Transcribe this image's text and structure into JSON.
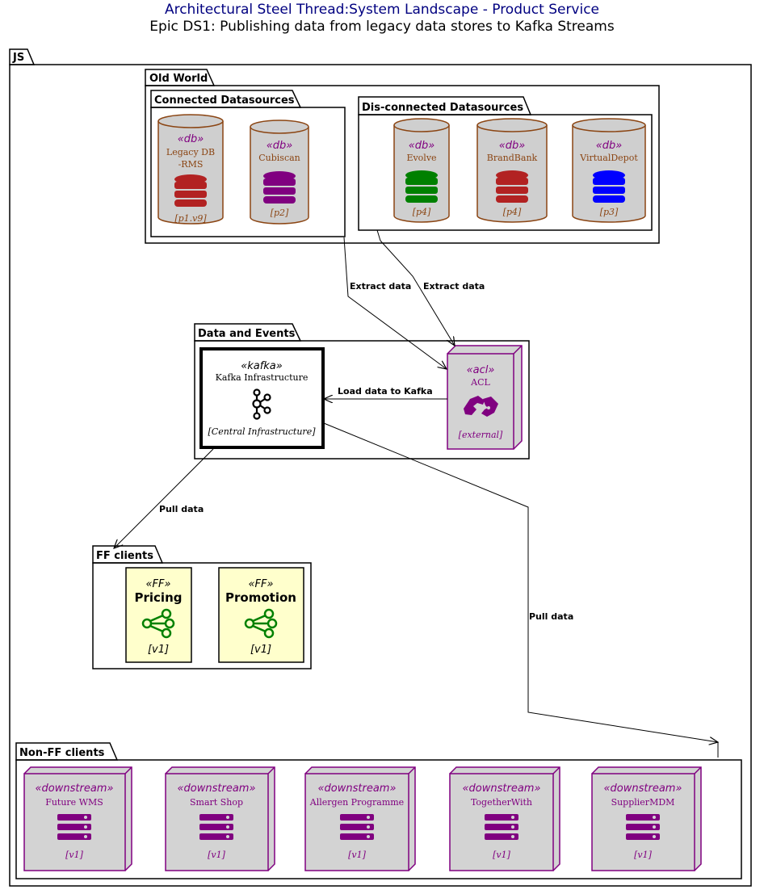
{
  "header": {
    "title": "Architectural Steel Thread:System Landscape - Product Service",
    "subtitle": "Epic DS1: Publishing data from legacy data stores to Kafka Streams"
  },
  "packages": {
    "js": "JS",
    "old_world": "Old World",
    "connected": "Connected Datasources",
    "disconnected": "Dis-connected Datasources",
    "data_events": "Data and Events",
    "ff_clients": "FF clients",
    "non_ff_clients": "Non-FF clients"
  },
  "colors": {
    "db_fill": "#cfcfcf",
    "db_stroke": "#8b4513",
    "db_text": "#8b4513",
    "stereo": "#800080",
    "node_fill": "#d3d3d3",
    "ff_fill": "#ffffcc",
    "green": "#008000",
    "red": "#b22222",
    "purple": "#800080",
    "blue": "#0000ff",
    "title_color": "#000080"
  },
  "databases": {
    "legacy": {
      "stereotype": "«db»",
      "name_line1": "Legacy DB",
      "name_line2": "-RMS",
      "tag": "[p1.v9]",
      "icon": "database-icon"
    },
    "cubiscan": {
      "stereotype": "«db»",
      "name": "Cubiscan",
      "tag": "[p2]",
      "icon": "database-icon"
    },
    "evolve": {
      "stereotype": "«db»",
      "name": "Evolve",
      "tag": "[p4]",
      "icon": "database-icon"
    },
    "brandbank": {
      "stereotype": "«db»",
      "name": "BrandBank",
      "tag": "[p4]",
      "icon": "database-icon"
    },
    "virtualdepot": {
      "stereotype": "«db»",
      "name": "VirtualDepot",
      "tag": "[p3]",
      "icon": "database-icon"
    }
  },
  "kafka": {
    "stereotype": "«kafka»",
    "name": "Kafka Infrastructure",
    "tag": "[Central Infrastructure]",
    "icon": "kafka-icon"
  },
  "acl": {
    "stereotype": "«acl»",
    "name": "ACL",
    "tag": "[external]",
    "icon": "handshake-icon"
  },
  "ff_nodes": {
    "pricing": {
      "stereotype": "«FF»",
      "name": "Pricing",
      "tag": "[v1]",
      "icon": "share-icon"
    },
    "promotion": {
      "stereotype": "«FF»",
      "name": "Promotion",
      "tag": "[v1]",
      "icon": "share-icon"
    }
  },
  "downstream": {
    "future_wms": {
      "stereotype": "«downstream»",
      "name": "Future WMS",
      "tag": "[v1]",
      "icon": "server-icon"
    },
    "smart_shop": {
      "stereotype": "«downstream»",
      "name": "Smart Shop",
      "tag": "[v1]",
      "icon": "server-icon"
    },
    "allergen": {
      "stereotype": "«downstream»",
      "name": "Allergen Programme",
      "tag": "[v1]",
      "icon": "server-icon"
    },
    "togetherwith": {
      "stereotype": "«downstream»",
      "name": "TogetherWith",
      "tag": "[v1]",
      "icon": "server-icon"
    },
    "suppliermdm": {
      "stereotype": "«downstream»",
      "name": "SupplierMDM",
      "tag": "[v1]",
      "icon": "server-icon"
    }
  },
  "edges": {
    "extract_connected": "Extract data",
    "extract_disconnected": "Extract data",
    "load_kafka": "Load data to Kafka",
    "pull_ff": "Pull data",
    "pull_nonff": "Pull data"
  }
}
